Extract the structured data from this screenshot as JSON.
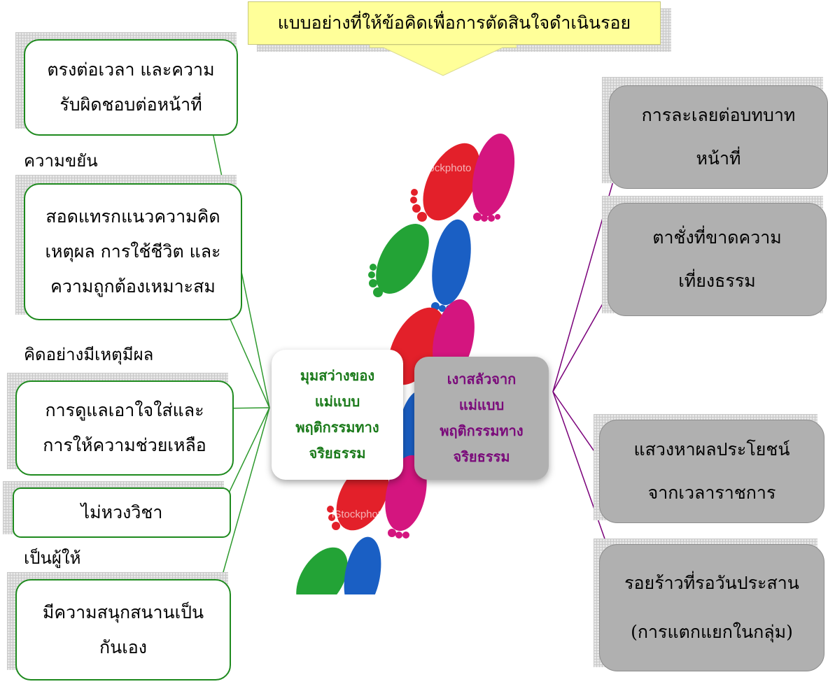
{
  "title": "แบบอย่างที่ให้ข้อคิดเพื่อการตัดสินใจดำเนินรอย",
  "center": {
    "positive": "มุมสว่างของ\nแม่แบบ\nพฤติกรรมทาง\nจริยธรรม",
    "negative": "เงาสลัวจาก\nแม่แบบ\nพฤติกรรมทาง\nจริยธรรม"
  },
  "positive_items": [
    "ตรงต่อเวลา และความ\nรับผิดชอบต่อหน้าที่",
    "สอดแทรกแนวความคิด\nเหตุผล การใช้ชีวิต และ\nความถูกต้องเหมาะสม",
    "การดูแลเอาใจใส่และ\nการให้ความช่วยเหลือ",
    "ไม่หวงวิชา",
    "มีความสนุกสนานเป็น\nกันเอง"
  ],
  "positive_labels": [
    "ความขยัน",
    "คิดอย่างมีเหตุมีผล",
    "เป็นผู้ให้"
  ],
  "negative_items": [
    "การละเลยต่อบทบาท\nหน้าที่",
    "ตาชั่งที่ขาดความ\nเที่ยงธรรม",
    "แสวงหาผลประโยชน์\nจากเวลาราชการ",
    "รอยร้าวที่รอวันประสาน\n(การแตกแยกในกลุ่ม)"
  ],
  "watermark": "iStockphoto",
  "colors": {
    "green_border": "#1e8a1e",
    "green_text": "#1a7a1a",
    "purple_line": "#7a007a",
    "purple_text": "#7a0a7a",
    "gray_box": "#b0b0b0",
    "title_bg": "#ffff99",
    "foot_red": "#e3202a",
    "foot_magenta": "#d4157f",
    "foot_green": "#23a336",
    "foot_blue": "#1a5fc4"
  }
}
